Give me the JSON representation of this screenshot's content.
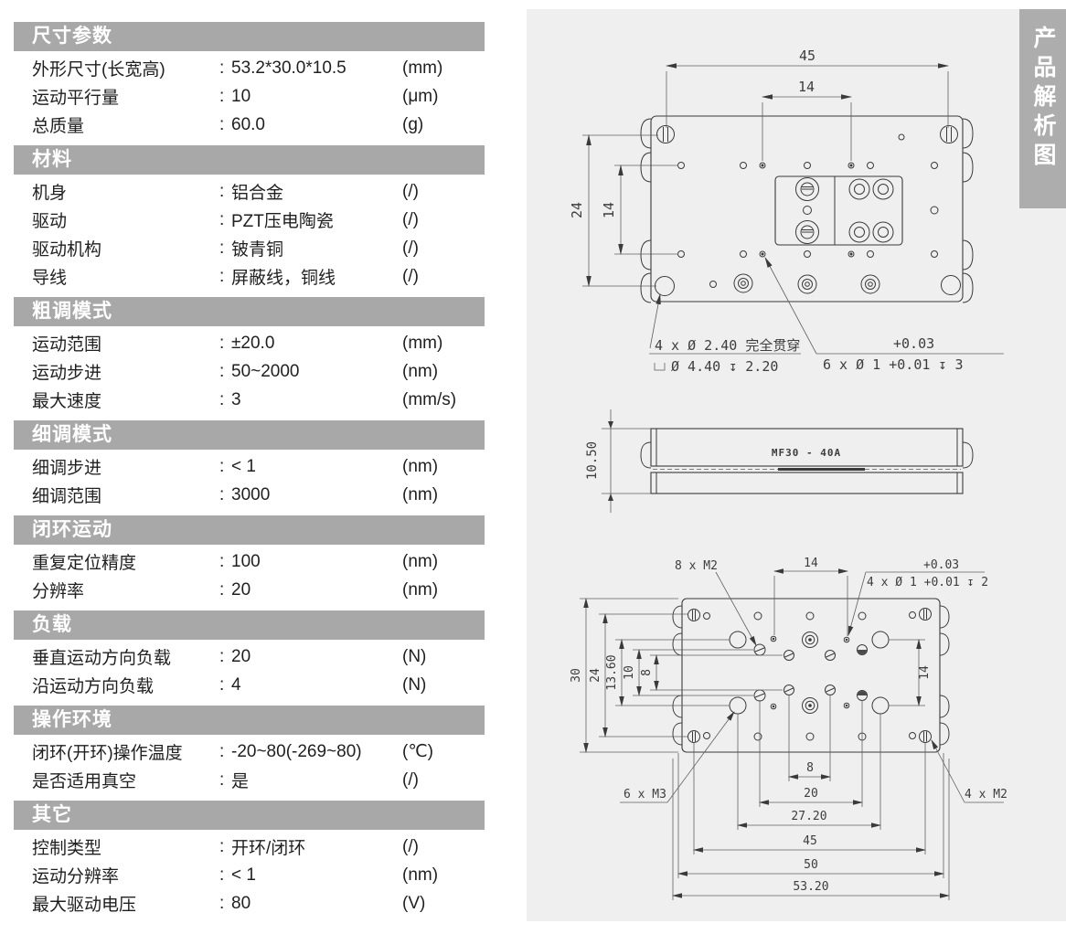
{
  "tab": {
    "title": "产品解析图"
  },
  "specs": {
    "colon": ":",
    "sections": [
      {
        "title": "尺寸参数",
        "rows": [
          {
            "label": "外形尺寸(长宽高)",
            "value": "53.2*30.0*10.5",
            "unit": "(mm)"
          },
          {
            "label": "运动平行量",
            "value": "10",
            "unit": "(μm)"
          },
          {
            "label": "总质量",
            "value": "60.0",
            "unit": "(g)"
          }
        ]
      },
      {
        "title": "材料",
        "rows": [
          {
            "label": "机身",
            "value": "铝合金",
            "unit": "(/)"
          },
          {
            "label": "驱动",
            "value": "PZT压电陶瓷",
            "unit": "(/)"
          },
          {
            "label": "驱动机构",
            "value": "铍青铜",
            "unit": "(/)"
          },
          {
            "label": "导线",
            "value": "屏蔽线，铜线",
            "unit": "(/)"
          }
        ]
      },
      {
        "title": "粗调模式",
        "rows": [
          {
            "label": "运动范围",
            "value": "±20.0",
            "unit": "(mm)"
          },
          {
            "label": "运动步进",
            "value": "50~2000",
            "unit": "(nm)"
          },
          {
            "label": "最大速度",
            "value": "3",
            "unit": "(mm/s)"
          }
        ]
      },
      {
        "title": "细调模式",
        "rows": [
          {
            "label": "细调步进",
            "value": "< 1",
            "unit": "(nm)"
          },
          {
            "label": "细调范围",
            "value": "3000",
            "unit": "(nm)"
          }
        ]
      },
      {
        "title": "闭环运动",
        "rows": [
          {
            "label": "重复定位精度",
            "value": "100",
            "unit": "(nm)"
          },
          {
            "label": "分辨率",
            "value": "20",
            "unit": "(nm)"
          }
        ]
      },
      {
        "title": "负载",
        "rows": [
          {
            "label": "垂直运动方向负载",
            "value": "20",
            "unit": "(N)"
          },
          {
            "label": "沿运动方向负载",
            "value": "4",
            "unit": "(N)"
          }
        ]
      },
      {
        "title": "操作环境",
        "rows": [
          {
            "label": "闭环(开环)操作温度",
            "value": "-20~80(-269~80)",
            "unit": "(℃)"
          },
          {
            "label": "是否适用真空",
            "value": "是",
            "unit": "(/)"
          }
        ]
      },
      {
        "title": "其它",
        "rows": [
          {
            "label": "控制类型",
            "value": "开环/闭环",
            "unit": "(/)"
          },
          {
            "label": "运动分辨率",
            "value": "< 1",
            "unit": "(nm)"
          },
          {
            "label": "最大驱动电压",
            "value": "80",
            "unit": "(V)"
          }
        ]
      }
    ]
  },
  "drawings": {
    "top_view": {
      "dim_width_45": "45",
      "dim_width_14": "14",
      "dim_height_24": "24",
      "dim_height_14": "14",
      "note_counterbore_line1": "4 x Ø 2.40 完全贯穿",
      "note_counterbore_line2": "Ø 4.40 ↧ 2.20",
      "note_pin_tol_upper": "+0.03",
      "note_pin_line": "6 x Ø 1 +0.01 ↧ 3"
    },
    "side_view": {
      "dim_height": "10.50",
      "model": "MF30 - 40A"
    },
    "bottom_view": {
      "note_screws_top": "8 x M2",
      "dim_top_14": "14",
      "note_pin_tol_upper": "+0.03",
      "note_pin_line": "4 x Ø 1 +0.01 ↧ 2",
      "dim_30": "30",
      "dim_24": "24",
      "dim_13_60": "13.60",
      "dim_10": "10",
      "dim_8": "8",
      "dim_right_14": "14",
      "note_screws_left": "6 x M3",
      "note_screws_right": "4 x M2",
      "chain": [
        "8",
        "20",
        "27.20",
        "45",
        "50",
        "53.20"
      ]
    }
  },
  "colors": {
    "banner_bg": "#a8a8a8",
    "panel_bg": "#efefef",
    "tab_bg": "#adadad",
    "line": "#3a3a3a"
  }
}
